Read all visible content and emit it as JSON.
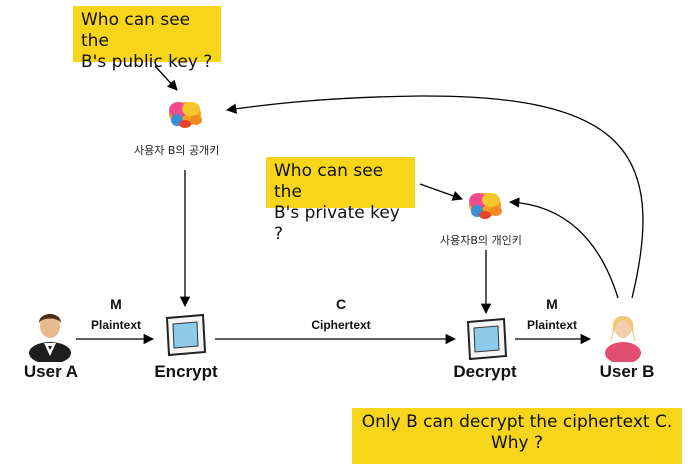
{
  "notes": {
    "public_line1": "Who can see the",
    "public_line2": "B's public key ?",
    "private_line1": "Who can see the",
    "private_line2": "B's private key ?",
    "only_line1": "Only B can decrypt the ciphertext C.",
    "only_line2": "Why ?"
  },
  "keys": {
    "public_label": "사용자 B의 공개키",
    "private_label": "사용자B의 개인키"
  },
  "nodes": {
    "user_a": "User A",
    "encrypt": "Encrypt",
    "decrypt": "Decrypt",
    "user_b": "User B"
  },
  "edges": {
    "m1_letter": "M",
    "m1_text": "Plaintext",
    "c_letter": "C",
    "c_text": "Ciphertext",
    "m2_letter": "M",
    "m2_text": "Plaintext"
  }
}
